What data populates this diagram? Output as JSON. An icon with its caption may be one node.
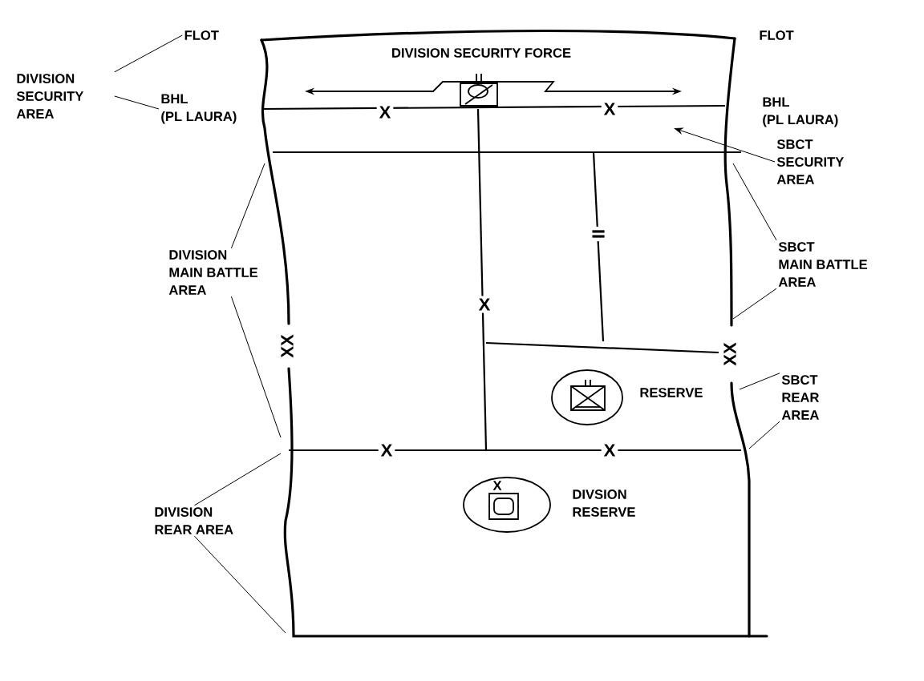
{
  "diagram": {
    "nodes": [
      {
        "text": [
          "FLOT"
        ]
      },
      {
        "text": [
          "FLOT"
        ]
      },
      {
        "text": [
          "DIVISION SECURITY AREA"
        ]
      },
      {
        "text": [
          "BHL (PL LAURA)"
        ]
      },
      {
        "text": [
          "BHL (PL LAURA)"
        ]
      },
      {
        "text": [
          "SBCT SECURITY AREA"
        ]
      },
      {
        "text": [
          "DIVISION MAIN BATTLE AREA"
        ]
      },
      {
        "text": [
          "SBCT MAIN BATTLE AREA"
        ]
      },
      {
        "text": [
          "SBCT REAR AREA"
        ]
      },
      {
        "text": [
          "DIVISION REAR AREA"
        ]
      }
    ],
    "edges": [
      {
        "from": 2,
        "to": 0,
        "arrow": "none"
      },
      {
        "from": 2,
        "to": 3,
        "arrow": "none"
      },
      {
        "from": 5,
        "to": null,
        "arrow": "to"
      },
      {
        "from": 6,
        "to": null,
        "arrow": "none"
      },
      {
        "from": 6,
        "to": null,
        "arrow": "none"
      },
      {
        "from": 7,
        "to": null,
        "arrow": "none"
      },
      {
        "from": 7,
        "to": null,
        "arrow": "none"
      },
      {
        "from": 8,
        "to": null,
        "arrow": "none"
      },
      {
        "from": 8,
        "to": null,
        "arrow": "none"
      },
      {
        "from": 9,
        "to": null,
        "arrow": "none"
      },
      {
        "from": 9,
        "to": null,
        "arrow": "none"
      }
    ],
    "labels": [
      "DIVISION SECURITY FORCE",
      "X",
      "X",
      "II",
      "X",
      "XX",
      "XX",
      "RESERVE",
      "X",
      "X",
      "X",
      "DIVSION RESERVE"
    ]
  }
}
